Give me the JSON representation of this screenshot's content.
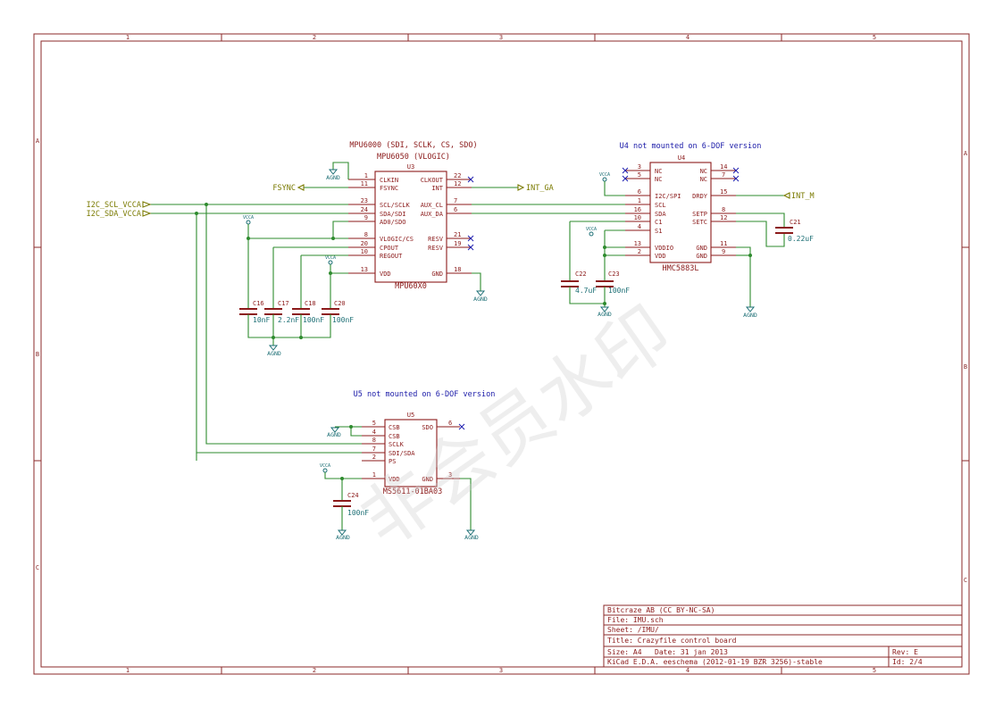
{
  "frame": {
    "columns": [
      "1",
      "2",
      "3",
      "4",
      "5"
    ],
    "rows": [
      "A",
      "B",
      "C"
    ]
  },
  "mpu": {
    "note1": "MPU6000 (SDI, SCLK, CS, SDO)",
    "note2": "MPU6050 (VLOGIC)",
    "ref": "U3",
    "value": "MPU60X0",
    "left_pins": [
      {
        "num": "1",
        "name": "CLKIN"
      },
      {
        "num": "11",
        "name": "FSYNC"
      },
      {
        "num": "23",
        "name": "SCL/SCLK"
      },
      {
        "num": "24",
        "name": "SDA/SDI"
      },
      {
        "num": "9",
        "name": "AD0/SDO"
      },
      {
        "num": "8",
        "name": "VLOGIC/CS"
      },
      {
        "num": "20",
        "name": "CPOUT"
      },
      {
        "num": "10",
        "name": "REGOUT"
      },
      {
        "num": "13",
        "name": "VDD"
      }
    ],
    "right_pins": [
      {
        "num": "22",
        "name": "CLKOUT"
      },
      {
        "num": "12",
        "name": "INT"
      },
      {
        "num": "7",
        "name": "AUX_CL"
      },
      {
        "num": "6",
        "name": "AUX_DA"
      },
      {
        "num": "21",
        "name": "RESV"
      },
      {
        "num": "19",
        "name": "RESV"
      },
      {
        "num": "18",
        "name": "GND"
      }
    ]
  },
  "hmc": {
    "note": "U4 not mounted on 6-DOF version",
    "ref": "U4",
    "value": "HMC5883L",
    "left_pins": [
      {
        "num": "3",
        "name": "NC"
      },
      {
        "num": "5",
        "name": "NC"
      },
      {
        "num": "6",
        "name": "I2C/SPI"
      },
      {
        "num": "1",
        "name": "SCL"
      },
      {
        "num": "16",
        "name": "SDA"
      },
      {
        "num": "10",
        "name": "C1"
      },
      {
        "num": "4",
        "name": "S1"
      },
      {
        "num": "13",
        "name": "VDDIO"
      },
      {
        "num": "2",
        "name": "VDD"
      }
    ],
    "right_pins": [
      {
        "num": "14",
        "name": "NC"
      },
      {
        "num": "7",
        "name": "NC"
      },
      {
        "num": "15",
        "name": "DRDY"
      },
      {
        "num": "8",
        "name": "SETP"
      },
      {
        "num": "12",
        "name": "SETC"
      },
      {
        "num": "11",
        "name": "GND"
      },
      {
        "num": "9",
        "name": "GND"
      }
    ]
  },
  "ms": {
    "note": "U5 not mounted on 6-DOF version",
    "ref": "U5",
    "value": "MS5611-01BA03",
    "left_pins": [
      {
        "num": "5",
        "name": "CSB"
      },
      {
        "num": "4",
        "name": "CSB"
      },
      {
        "num": "8",
        "name": "SCLK"
      },
      {
        "num": "7",
        "name": "SDI/SDA"
      },
      {
        "num": "2",
        "name": "PS"
      },
      {
        "num": "1",
        "name": "VDD"
      }
    ],
    "right_pins": [
      {
        "num": "6",
        "name": "SDO"
      },
      {
        "num": "3",
        "name": "GND"
      }
    ]
  },
  "caps": [
    {
      "ref": "C16",
      "value": "10nF"
    },
    {
      "ref": "C17",
      "value": "2.2nF"
    },
    {
      "ref": "C18",
      "value": "100nF"
    },
    {
      "ref": "C20",
      "value": "100nF"
    },
    {
      "ref": "C21",
      "value": "0.22uF"
    },
    {
      "ref": "C22",
      "value": "4.7uF"
    },
    {
      "ref": "C23",
      "value": "100nF"
    },
    {
      "ref": "C24",
      "value": "100nF"
    }
  ],
  "labels": {
    "scl": "I2C_SCL_VCCA",
    "sda": "I2C_SDA_VCCA",
    "fsync": "FSYNC",
    "int_ga": "INT_GA",
    "int_m": "INT_M",
    "agnd": "AGND",
    "vcca": "VCCA"
  },
  "title_block": {
    "company": "Bitcraze AB (CC BY-NC-SA)",
    "file": "File: IMU.sch",
    "sheet": "Sheet: /IMU/",
    "title": "Title: Crazyfile control board",
    "size": "Size: A4",
    "date": "Date: 31 jan 2013",
    "rev": "Rev: E",
    "tool": "KiCad E.D.A.  eeschema (2012-01-19 BZR 3256)-stable",
    "id": "Id: 2/4"
  },
  "watermark": "非会员水印"
}
